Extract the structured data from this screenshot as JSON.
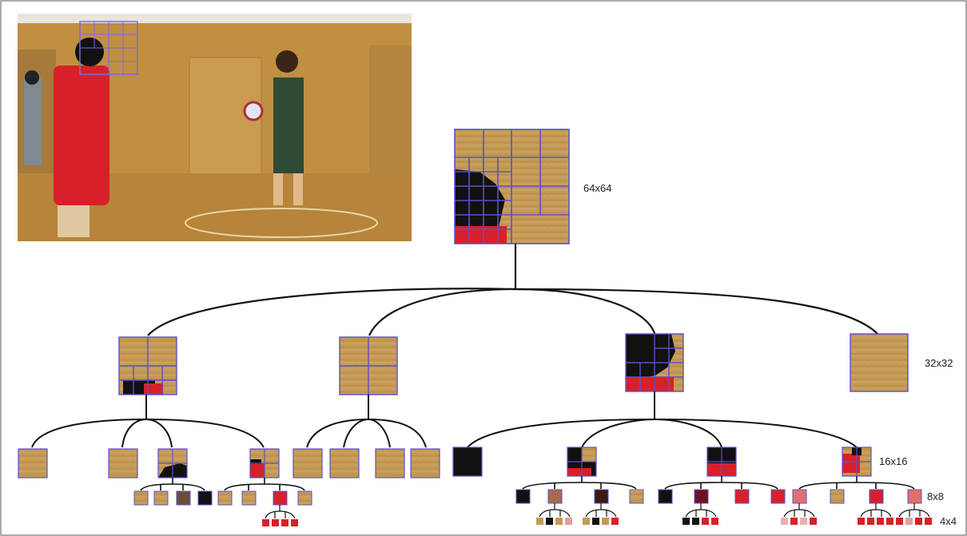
{
  "labels": {
    "l64": "64x64",
    "l32": "32x32",
    "l16": "16x16",
    "l8": "8x8",
    "l4": "4x4"
  },
  "colors": {
    "wood": "#c49a56",
    "wood_dark": "#b88a44",
    "grid": "#5b4fd0",
    "edge": "#111111",
    "jersey_red": "#d8202a",
    "hair_black": "#111111"
  }
}
